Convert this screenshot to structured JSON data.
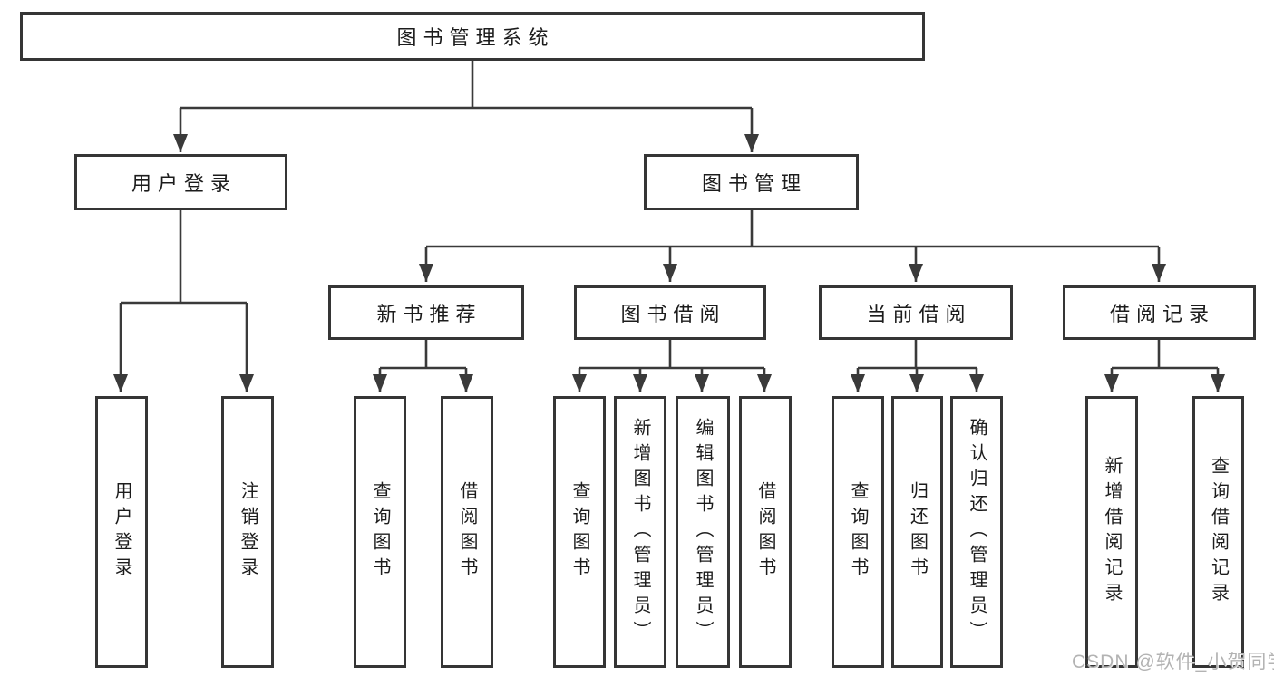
{
  "tree": {
    "label": "图书管理系统",
    "children": [
      {
        "label": "用户登录",
        "children": [
          {
            "label": "用户登录"
          },
          {
            "label": "注销登录"
          }
        ]
      },
      {
        "label": "图书管理",
        "children": [
          {
            "label": "新书推荐",
            "children": [
              {
                "label": "查询图书"
              },
              {
                "label": "借阅图书"
              }
            ]
          },
          {
            "label": "图书借阅",
            "children": [
              {
                "label": "查询图书"
              },
              {
                "label": "新增图书（管理员）"
              },
              {
                "label": "编辑图书（管理员）"
              },
              {
                "label": "借阅图书"
              }
            ]
          },
          {
            "label": "当前借阅",
            "children": [
              {
                "label": "查询图书"
              },
              {
                "label": "归还图书"
              },
              {
                "label": "确认归还（管理员）"
              }
            ]
          },
          {
            "label": "借阅记录",
            "children": [
              {
                "label": "新增借阅记录"
              },
              {
                "label": "查询借阅记录"
              }
            ]
          }
        ]
      }
    ]
  },
  "watermark": {
    "text": "CSDN @软件_小贺同学"
  },
  "colors": {
    "line": "#3a3a3a",
    "box_border": "#353535",
    "text": "#1c1c1c",
    "watermark": "#b3b3b3",
    "background": "#ffffff"
  }
}
